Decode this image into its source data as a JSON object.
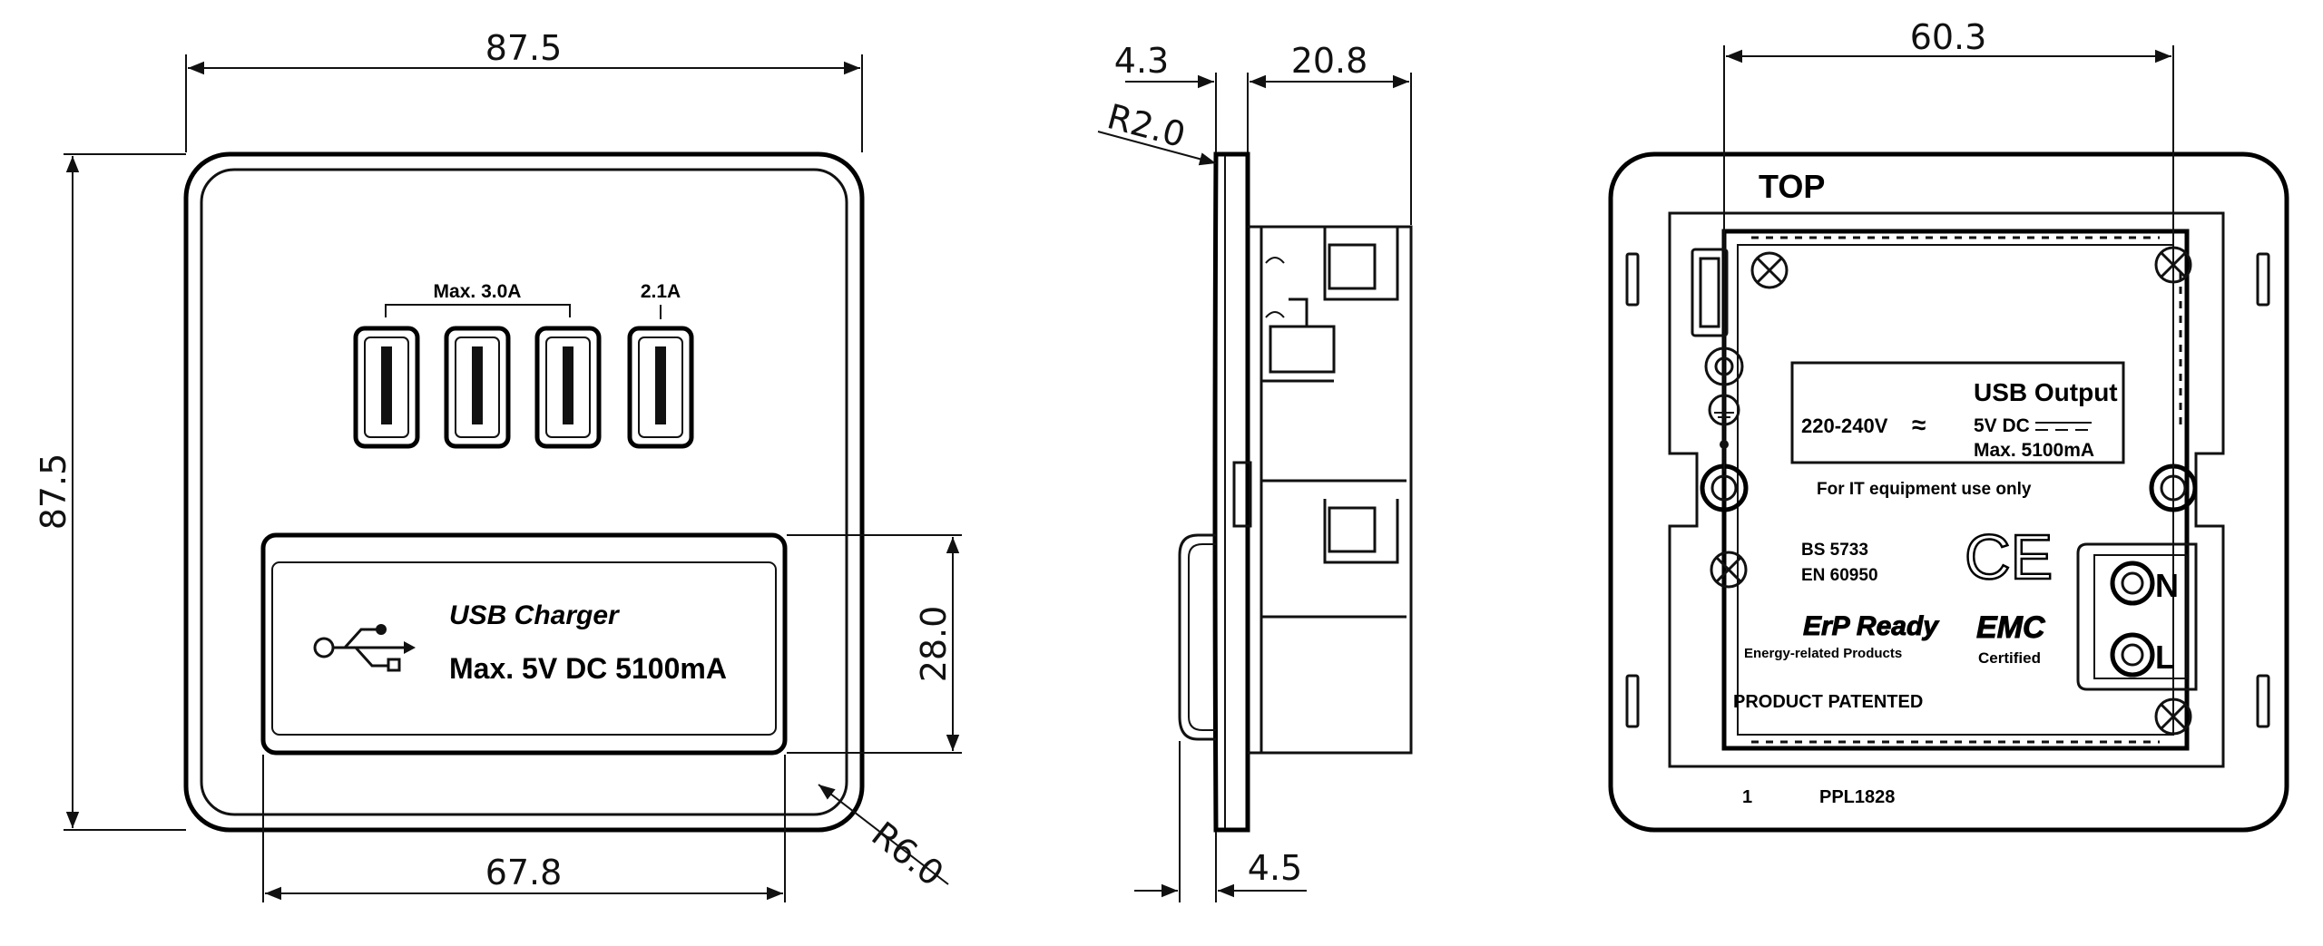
{
  "front_view": {
    "dims": {
      "width": "87.5",
      "height": "87.5",
      "label_width": "67.8",
      "label_height": "28.0",
      "corner_radius": "R6.0"
    },
    "port_group_label": "Max. 3.0A",
    "single_port_label": "2.1A",
    "label_title": "USB  Charger",
    "label_rating": "Max. 5V DC 5100mA",
    "usb_symbol": "usb-icon"
  },
  "side_view": {
    "dims": {
      "plate": "4.3",
      "depth": "20.8",
      "radius": "R2.0",
      "bottom": "4.5"
    }
  },
  "rear_view": {
    "dims": {
      "fixing_centres": "60.3"
    },
    "top_label": "TOP",
    "input_label": "220-240V",
    "ac_symbol": "≈",
    "output_title": "USB Output",
    "output_voltage": "5V DC",
    "output_current": "Max. 5100mA",
    "it_note": "For IT equipment use only",
    "standard_1": "BS 5733",
    "standard_2": "EN 60950",
    "ce_mark": "CE",
    "erp_title": "ErP Ready",
    "erp_sub": "Energy-related Products",
    "emc_title": "EMC",
    "emc_sub": "Certified",
    "patent": "PRODUCT PATENTED",
    "number": "1",
    "code": "PPL1828",
    "terminal_n": "N",
    "terminal_l": "L"
  }
}
